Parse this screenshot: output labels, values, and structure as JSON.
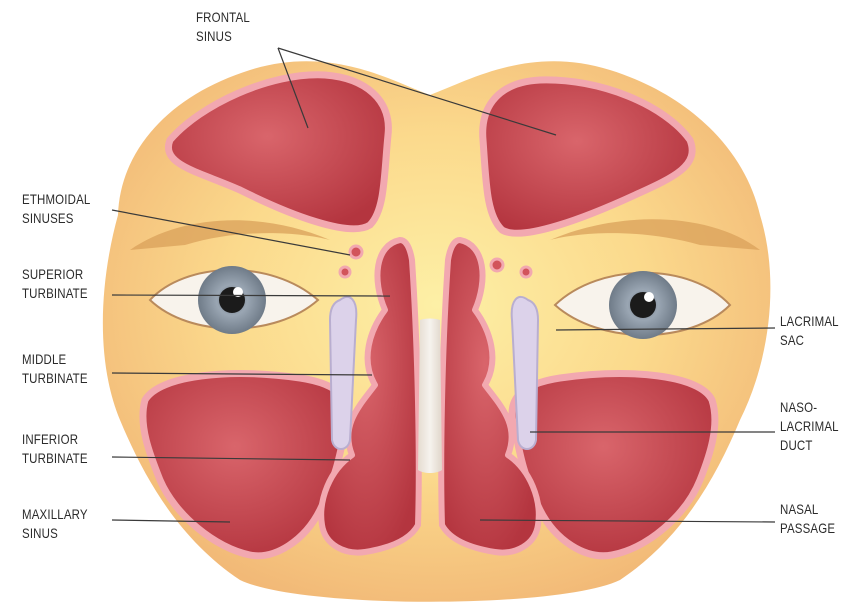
{
  "labels": {
    "frontal_sinus": [
      "FRONTAL",
      "SINUS"
    ],
    "ethmoidal_sinuses": [
      "ETHMOIDAL",
      "SINUSES"
    ],
    "superior_turbinate": [
      "SUPERIOR",
      "TURBINATE"
    ],
    "middle_turbinate": [
      "MIDDLE",
      "TURBINATE"
    ],
    "inferior_turbinate": [
      "INFERIOR",
      "TURBINATE"
    ],
    "maxillary_sinus": [
      "MAXILLARY",
      "SINUS"
    ],
    "lacrimal_sac": [
      "LACRIMAL",
      "SAC"
    ],
    "nasolacrimal_duct": [
      "NASO-",
      "LACRIMAL",
      "DUCT"
    ],
    "nasal_passage": [
      "NASAL",
      "PASSAGE"
    ]
  },
  "colors": {
    "skin_center": "#fbe38e",
    "skin_edge": "#f3c98b",
    "sinus_fill": "#c84a52",
    "sinus_rim": "#f2a8b0",
    "septum": "#e9e4df",
    "iris": "#8a97a5",
    "leader_line": "#3a3a3a",
    "duct": "#dcd2ea"
  }
}
